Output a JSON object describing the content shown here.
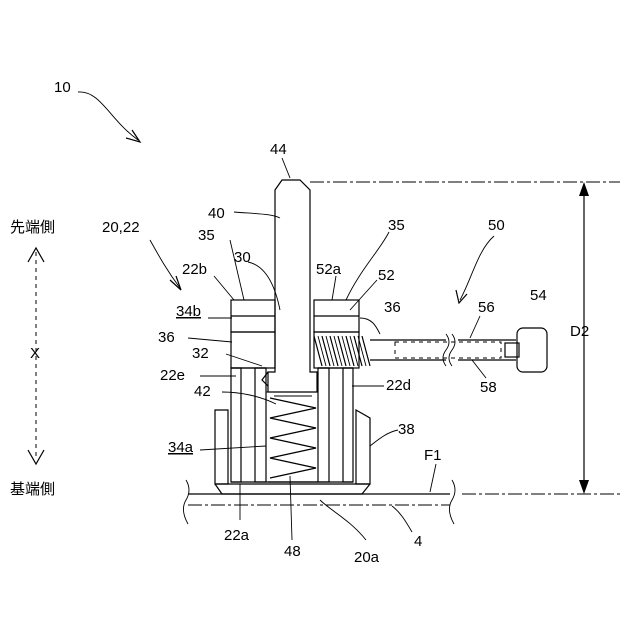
{
  "labels": {
    "ref_10": "10",
    "ref_44": "44",
    "ref_40": "40",
    "ref_20_22": "20,22",
    "ref_35_left": "35",
    "ref_35_right": "35",
    "ref_30": "30",
    "ref_52a": "52a",
    "ref_52": "52",
    "ref_22b": "22b",
    "ref_50": "50",
    "ref_56": "56",
    "ref_54": "54",
    "ref_34b": "34b",
    "ref_36_left": "36",
    "ref_36_right": "36",
    "ref_32": "32",
    "ref_22e": "22e",
    "ref_42": "42",
    "ref_22d": "22d",
    "ref_58": "58",
    "ref_D2": "D2",
    "ref_38": "38",
    "ref_34a": "34a",
    "ref_F1": "F1",
    "ref_22a": "22a",
    "ref_48": "48",
    "ref_20a": "20a",
    "ref_4": "4",
    "dir_X": "X",
    "dir_tip": "先端側",
    "dir_base": "基端側"
  }
}
